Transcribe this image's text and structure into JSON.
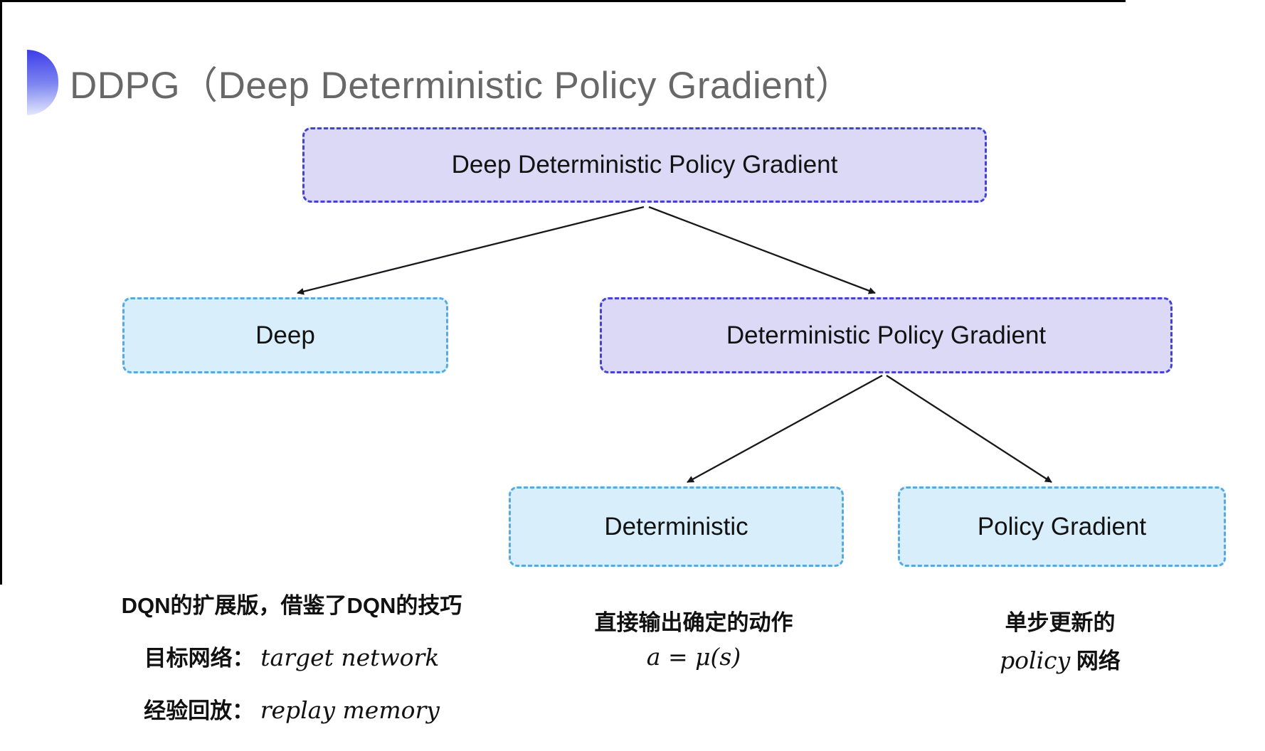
{
  "page": {
    "title": "DDPG（Deep Deterministic Policy Gradient）"
  },
  "tree": {
    "root": {
      "label": "Deep Deterministic Policy Gradient"
    },
    "level1": [
      {
        "label": "Deep"
      },
      {
        "label": "Deterministic Policy Gradient"
      }
    ],
    "level2": [
      {
        "label": "Deterministic"
      },
      {
        "label": "Policy Gradient"
      }
    ]
  },
  "annotations": {
    "deep": {
      "line1": "DQN的扩展版，借鉴了DQN的技巧",
      "line2_label": "目标网络：",
      "line2_term": "target network",
      "line3_label": "经验回放：",
      "line3_term": "replay memory"
    },
    "deterministic": {
      "line1": "直接输出确定的动作",
      "formula": "a = μ(s)"
    },
    "policy_gradient": {
      "line1": "单步更新的",
      "line2_term": "policy",
      "line2_suffix": " 网络"
    }
  },
  "colors": {
    "purple_node_fill": "#dbd9f6",
    "purple_node_border": "#4343cf",
    "blue_node_fill": "#d8eefb",
    "blue_node_border": "#58a9dd",
    "title_gray": "#686868",
    "arrow_black": "#18181c",
    "bullet_gradient_top": "#3d3de8",
    "bullet_gradient_bottom": "#e6eafc"
  }
}
